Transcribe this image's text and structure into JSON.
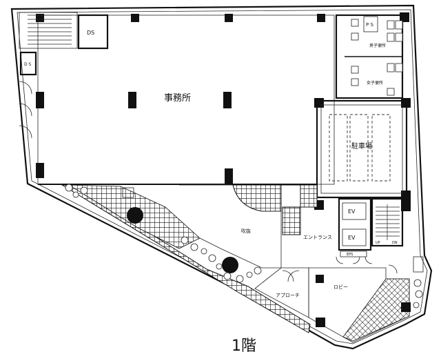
{
  "plan": {
    "floor_label": "1階",
    "rooms": {
      "office": "事務所",
      "parking": "駐車場",
      "entrance": "エントランス",
      "lobby": "ロビー",
      "approach": "アプローチ",
      "void": "吹抜",
      "mens_wc": "男子便所",
      "womens_wc": "女子便所"
    },
    "shafts": {
      "ds_top": "DS",
      "ds_left": "D S",
      "ps": "P S",
      "ev1": "EV",
      "ev2": "EV",
      "up": "UP",
      "dn": "DN",
      "eps": "EPS"
    }
  }
}
